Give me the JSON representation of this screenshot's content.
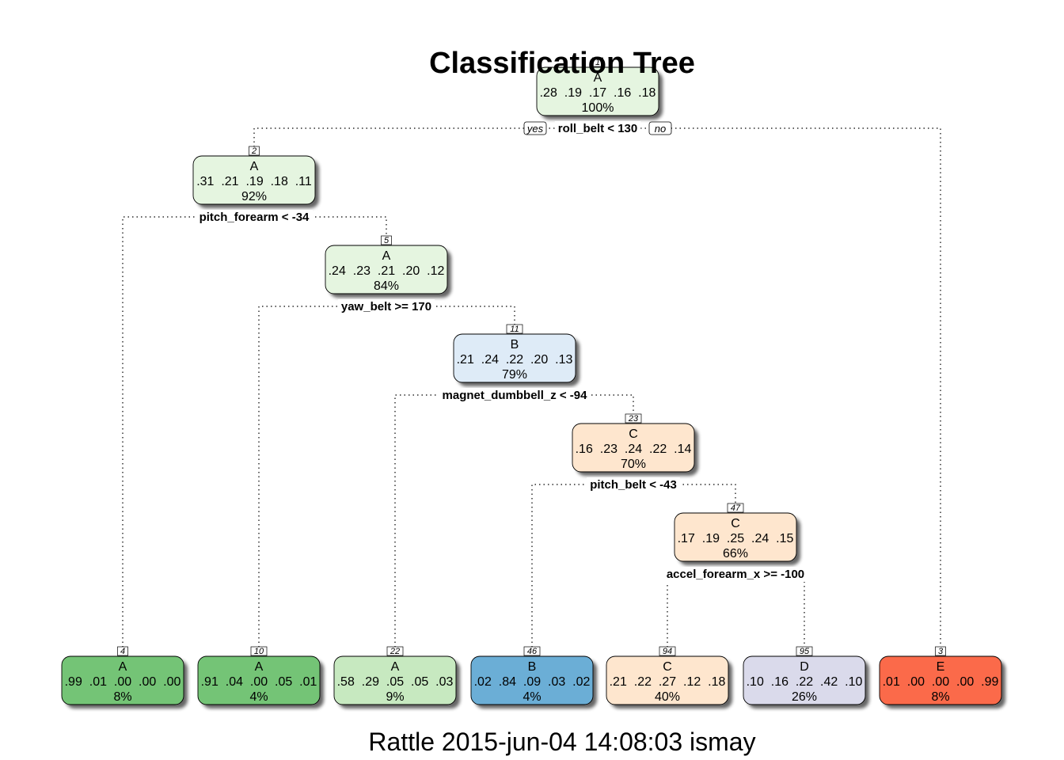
{
  "title": "Classification Tree",
  "footer": "Rattle 2015-jun-04 14:08:03 ismay",
  "branch_labels": {
    "yes": "yes",
    "no": "no"
  },
  "colors": {
    "A_light": "#e5f5e0",
    "A_mid": "#c7e9c0",
    "A_dark": "#74c476",
    "B_light": "#deebf7",
    "B_dark": "#6baed6",
    "C_light": "#fee6ce",
    "D_light": "#dadaeb",
    "E_dark": "#fb6a4a"
  },
  "nodes": [
    {
      "id": "1",
      "num": "1",
      "class": "A",
      "probs": ".28  .19  .17  .16  .18",
      "pct": "100%",
      "color": "A_light",
      "split": "roll_belt < 130"
    },
    {
      "id": "2",
      "num": "2",
      "class": "A",
      "probs": ".31  .21  .19  .18  .11",
      "pct": "92%",
      "color": "A_light",
      "split": "pitch_forearm < -34"
    },
    {
      "id": "5",
      "num": "5",
      "class": "A",
      "probs": ".24  .23  .21  .20  .12",
      "pct": "84%",
      "color": "A_light",
      "split": "yaw_belt >= 170"
    },
    {
      "id": "11",
      "num": "11",
      "class": "B",
      "probs": ".21  .24  .22  .20  .13",
      "pct": "79%",
      "color": "B_light",
      "split": "magnet_dumbbell_z < -94"
    },
    {
      "id": "23",
      "num": "23",
      "class": "C",
      "probs": ".16  .23  .24  .22  .14",
      "pct": "70%",
      "color": "C_light",
      "split": "pitch_belt < -43"
    },
    {
      "id": "47",
      "num": "47",
      "class": "C",
      "probs": ".17  .19  .25  .24  .15",
      "pct": "66%",
      "color": "C_light",
      "split": "accel_forearm_x >= -100"
    },
    {
      "id": "4",
      "num": "4",
      "class": "A",
      "probs": ".99  .01  .00  .00  .00",
      "pct": "8%",
      "color": "A_dark"
    },
    {
      "id": "10",
      "num": "10",
      "class": "A",
      "probs": ".91  .04  .00  .05  .01",
      "pct": "4%",
      "color": "A_dark"
    },
    {
      "id": "22",
      "num": "22",
      "class": "A",
      "probs": ".58  .29  .05  .05  .03",
      "pct": "9%",
      "color": "A_mid"
    },
    {
      "id": "46",
      "num": "46",
      "class": "B",
      "probs": ".02  .84  .09  .03  .02",
      "pct": "4%",
      "color": "B_dark"
    },
    {
      "id": "94",
      "num": "94",
      "class": "C",
      "probs": ".21  .22  .27  .12  .18",
      "pct": "40%",
      "color": "C_light"
    },
    {
      "id": "95",
      "num": "95",
      "class": "D",
      "probs": ".10  .16  .22  .42  .10",
      "pct": "26%",
      "color": "D_light"
    },
    {
      "id": "3",
      "num": "3",
      "class": "E",
      "probs": ".01  .00  .00  .00  .99",
      "pct": "8%",
      "color": "E_dark"
    }
  ],
  "edges": [
    {
      "parent": "1",
      "left": "2",
      "right": "3"
    },
    {
      "parent": "2",
      "left": "4",
      "right": "5"
    },
    {
      "parent": "5",
      "left": "10",
      "right": "11"
    },
    {
      "parent": "11",
      "left": "22",
      "right": "23"
    },
    {
      "parent": "23",
      "left": "46",
      "right": "47"
    },
    {
      "parent": "47",
      "left": "94",
      "right": "95"
    }
  ]
}
